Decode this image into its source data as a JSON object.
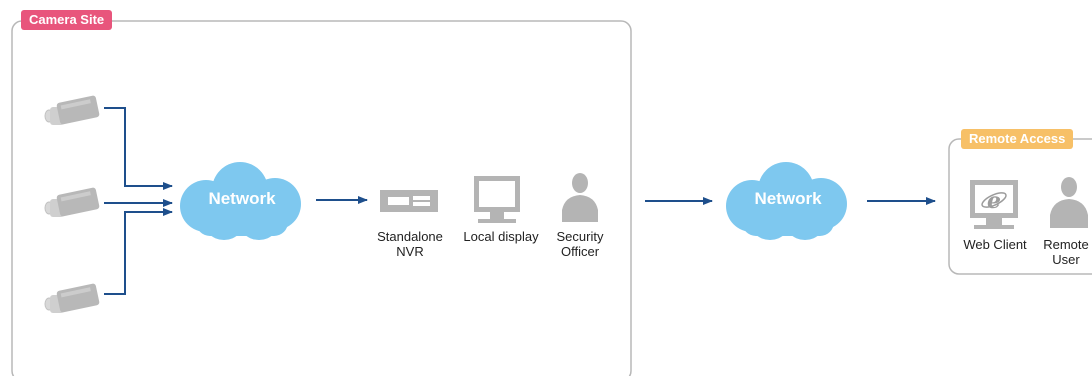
{
  "colors": {
    "site_tag": "#e8557c",
    "remote_tag": "#f7c067",
    "arrow": "#1e4f8c",
    "cloud": "#7ec8ef",
    "device": "#b4b4b4",
    "frame": "#b8b8b8"
  },
  "camera_site": {
    "title": "Camera Site",
    "cameras": [
      "camera-icon",
      "camera-icon",
      "camera-icon"
    ],
    "network_label": "Network",
    "nvr_label_1": "Standalone",
    "nvr_label_2": "NVR",
    "display_label": "Local display",
    "officer_label_1": "Security",
    "officer_label_2": "Officer"
  },
  "wan": {
    "network_label": "Network"
  },
  "remote_access": {
    "title": "Remote Access",
    "web_client_label": "Web Client",
    "remote_user_label_1": "Remote",
    "remote_user_label_2": "User"
  }
}
